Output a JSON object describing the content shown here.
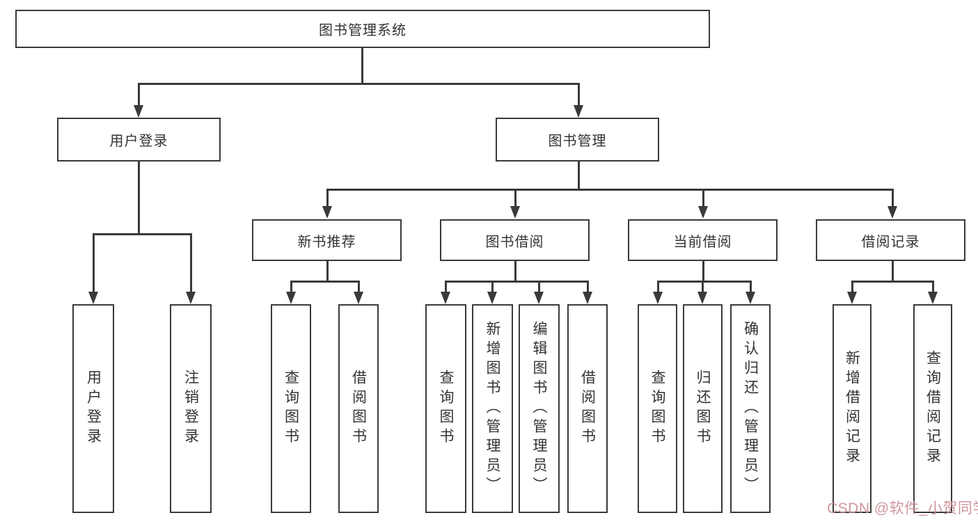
{
  "title": "图书管理系统",
  "nodes": {
    "root": {
      "label": "图书管理系统"
    },
    "user_login": {
      "label": "用户登录"
    },
    "book_mgmt": {
      "label": "图书管理"
    },
    "new_book_rec": {
      "label": "新书推荐"
    },
    "book_borrow": {
      "label": "图书借阅"
    },
    "current_borrow": {
      "label": "当前借阅"
    },
    "borrow_records": {
      "label": "借阅记录"
    },
    "leaf_user_login": {
      "label": "用户登录"
    },
    "leaf_logout": {
      "label": "注销登录"
    },
    "leaf_nbr_query_books": {
      "label": "查询图书"
    },
    "leaf_nbr_borrow_books": {
      "label": "借阅图书"
    },
    "leaf_bb_query_books": {
      "label": "查询图书"
    },
    "leaf_bb_add_books": {
      "label": "新增图书（管理员）"
    },
    "leaf_bb_edit_books": {
      "label": "编辑图书（管理员）"
    },
    "leaf_bb_borrow_books": {
      "label": "借阅图书"
    },
    "leaf_cb_query_books": {
      "label": "查询图书"
    },
    "leaf_cb_return_books": {
      "label": "归还图书"
    },
    "leaf_cb_confirm_return": {
      "label": "确认归还（管理员）"
    },
    "leaf_br_add_record": {
      "label": "新增借阅记录"
    },
    "leaf_br_query_record": {
      "label": "查询借阅记录"
    }
  },
  "edges": [
    [
      "root",
      "user_login"
    ],
    [
      "root",
      "book_mgmt"
    ],
    [
      "user_login",
      "leaf_user_login"
    ],
    [
      "user_login",
      "leaf_logout"
    ],
    [
      "book_mgmt",
      "new_book_rec"
    ],
    [
      "book_mgmt",
      "book_borrow"
    ],
    [
      "book_mgmt",
      "current_borrow"
    ],
    [
      "book_mgmt",
      "borrow_records"
    ],
    [
      "new_book_rec",
      "leaf_nbr_query_books"
    ],
    [
      "new_book_rec",
      "leaf_nbr_borrow_books"
    ],
    [
      "book_borrow",
      "leaf_bb_query_books"
    ],
    [
      "book_borrow",
      "leaf_bb_add_books"
    ],
    [
      "book_borrow",
      "leaf_bb_edit_books"
    ],
    [
      "book_borrow",
      "leaf_bb_borrow_books"
    ],
    [
      "current_borrow",
      "leaf_cb_query_books"
    ],
    [
      "current_borrow",
      "leaf_cb_return_books"
    ],
    [
      "current_borrow",
      "leaf_cb_confirm_return"
    ],
    [
      "borrow_records",
      "leaf_br_add_record"
    ],
    [
      "borrow_records",
      "leaf_br_query_record"
    ]
  ],
  "watermark": {
    "text": "CSDN @软件_小贺同学",
    "color": "#c98b92"
  },
  "colors": {
    "line": "#3a3a3a",
    "text": "#333333",
    "background": "#ffffff"
  }
}
